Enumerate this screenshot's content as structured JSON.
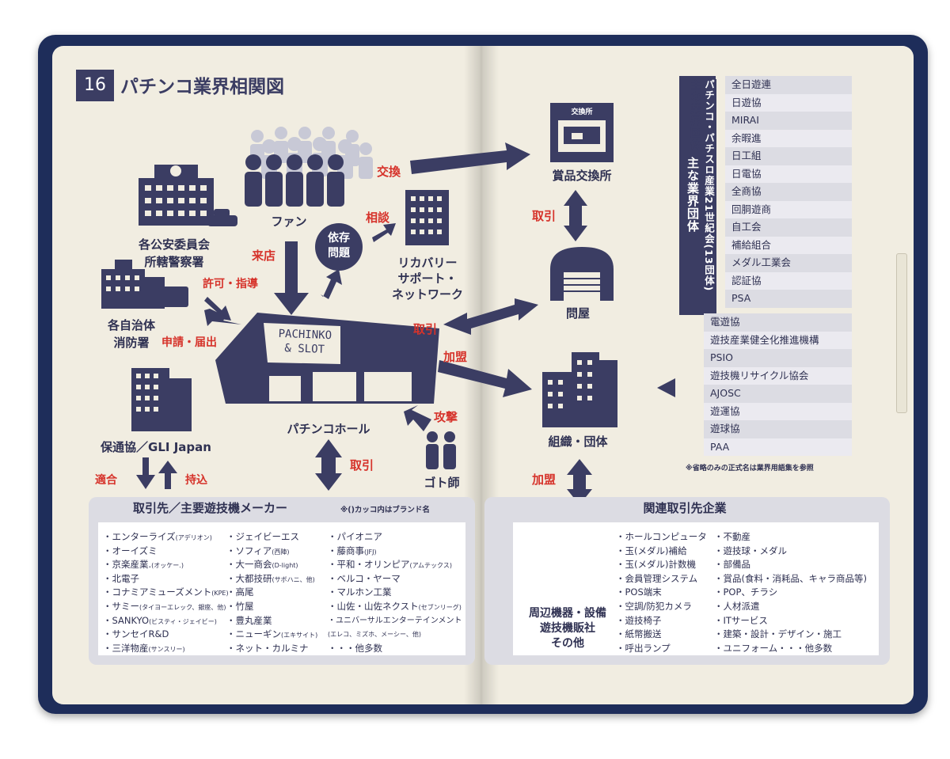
{
  "page": {
    "number": "16",
    "title": "パチンコ業界相関図"
  },
  "colors": {
    "navy": "#3b3d63",
    "red_label": "#d6332b",
    "cover": "#1e2d5a",
    "paper": "#f1ede1",
    "panel": "#dcdce3"
  },
  "nodes": {
    "fan": "ファン",
    "police": [
      "各公安委員会",
      "所轄警察署"
    ],
    "municipal": [
      "各自治体",
      "消防署"
    ],
    "recovery": [
      "リカバリー",
      "サポート・",
      "ネットワーク"
    ],
    "dependency": [
      "依存",
      "問題"
    ],
    "hall": "パチンコホール",
    "hall_sign": [
      "PACHINKO",
      "& SLOT"
    ],
    "hotsukyo": "保通協／GLI Japan",
    "gotoshi": "ゴト師",
    "exchange_sign": "交換所",
    "exchange": "賞品交換所",
    "wholesaler": "問屋",
    "organization": "組織・団体"
  },
  "arrows": {
    "koukan": "交換",
    "soudan": "相談",
    "raiten": "来店",
    "kyoka": "許可・指導",
    "shinsei": "申請・届出",
    "torihiki_exchange": "取引",
    "torihiki_wholesale": "取引",
    "kamei_org": "加盟",
    "kougeki": "攻撃",
    "torihiki_maker": "取引",
    "tekigou": "適合",
    "mochikomi": "持込",
    "kamei_related": "加盟"
  },
  "makers": {
    "header": "取引先／主要遊技機メーカー",
    "note": "※()カッコ内はブランド名",
    "col1": [
      {
        "name": "・エンターライズ",
        "brand": "(アデリオン)"
      },
      {
        "name": "・オーイズミ",
        "brand": ""
      },
      {
        "name": "・京楽産業.",
        "brand": "(オッケー.)"
      },
      {
        "name": "・北電子",
        "brand": ""
      },
      {
        "name": "・コナミアミューズメント",
        "brand": "(KPE)"
      },
      {
        "name": "・サミー",
        "brand": "(タイヨーエレック、銀座、他)"
      },
      {
        "name": "・SANKYO",
        "brand": "(ビスティ・ジェイビー)"
      },
      {
        "name": "・サンセイR&D",
        "brand": ""
      },
      {
        "name": "・三洋物産",
        "brand": "(サンスリー)"
      }
    ],
    "col2": [
      {
        "name": "・ジェイビーエス",
        "brand": ""
      },
      {
        "name": "・ソフィア",
        "brand": "(西陣)"
      },
      {
        "name": "・大一商会",
        "brand": "(D-light)"
      },
      {
        "name": "・大都技研",
        "brand": "(サボハニ、他)"
      },
      {
        "name": "・高尾",
        "brand": ""
      },
      {
        "name": "・竹屋",
        "brand": ""
      },
      {
        "name": "・豊丸産業",
        "brand": ""
      },
      {
        "name": "・ニューギン",
        "brand": "(エキサイト)"
      },
      {
        "name": "・ネット・カルミナ",
        "brand": ""
      }
    ],
    "col3": [
      {
        "name": "・パイオニア",
        "brand": ""
      },
      {
        "name": "・藤商事",
        "brand": "(JFJ)"
      },
      {
        "name": "・平和・オリンピア",
        "brand": "(アムテックス)"
      },
      {
        "name": "・ベルコ・ヤーマ",
        "brand": ""
      },
      {
        "name": "・マルホン工業",
        "brand": ""
      },
      {
        "name": "・山佐・山佐ネクスト",
        "brand": "(セブンリーグ)"
      },
      {
        "name": "・ユニバーサルエンターテインメント",
        "brand": ""
      },
      {
        "name": "(エレコ、ミズホ、メーシー、他)",
        "brand": ""
      },
      {
        "name": "・・・他多数",
        "brand": ""
      }
    ]
  },
  "related": {
    "header": "関連取引先企業",
    "building_label": [
      "周辺機器・設備",
      "遊技機販社",
      "その他"
    ],
    "col1": [
      "・ホールコンピュータ",
      "・玉(メダル)補給",
      "・玉(メダル)計数機",
      "・会員管理システム",
      "・POS端末",
      "・空調/防犯カメラ",
      "・遊技椅子",
      "・紙幣搬送",
      "・呼出ランプ"
    ],
    "col2": [
      "・不動産",
      "・遊技球・メダル",
      "・部備品",
      "・賞品(食料・消耗品、キャラ商品等)",
      "・POP、チラシ",
      "・人材派遣",
      "・ITサービス",
      "・建築・設計・デザイン・施工",
      "・ユニフォーム・・・他多数"
    ]
  },
  "associations": {
    "group_title": "主な業界団体",
    "group21_title": "パチンコ・パチスロ産業21世紀会(13団体)",
    "group21": [
      "全日遊連",
      "日遊協",
      "MIRAI",
      "余暇進",
      "日工組",
      "日電協",
      "全商協",
      "回胴遊商",
      "自工会",
      "補給組合",
      "メダル工業会",
      "認証協",
      "PSA"
    ],
    "others": [
      "電遊協",
      "遊技産業健全化推進機構",
      "PSIO",
      "遊技機リサイクル協会",
      "AJOSC",
      "遊運協",
      "遊球協",
      "PAA"
    ],
    "note": "※省略のみの正式名は業界用語集を参照"
  }
}
